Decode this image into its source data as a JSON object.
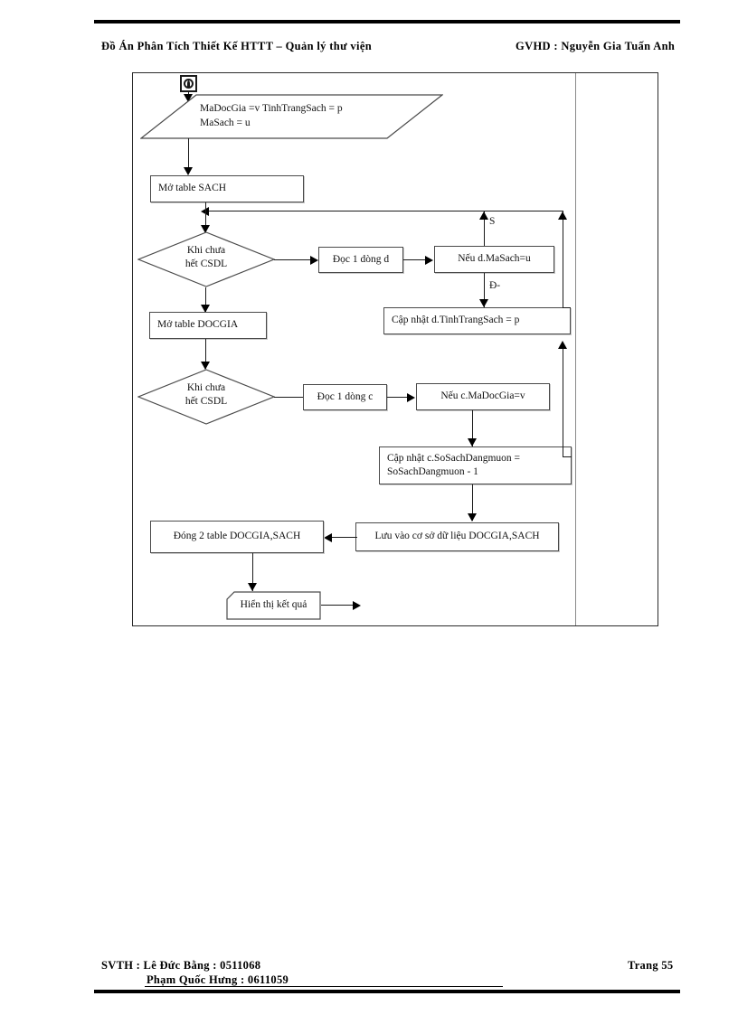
{
  "document": {
    "header": {
      "left": "Đồ Án Phân Tích Thiết Kế HTTT  – Quản lý thư viện",
      "right": "GVHD  : Nguyễn Gia Tuấn Anh"
    },
    "footer": {
      "student_line_1": "SVTH :  Lê Đức Bằng : 0511068",
      "student_line_2": "Phạm Quốc Hưng : 0611059",
      "page": "Trang  55"
    }
  },
  "flowchart": {
    "start_marker": "start-node",
    "nodes": {
      "input_params": "MaDocGia =v  TinhTrangSach = p\nMaSach = u",
      "open_sach": "Mở table SACH",
      "loop_sach": "Khi chưa\nhết CSDL",
      "read_row_d": "Đọc 1 dòng  d",
      "check_masach": "Nếu d.MaSach=u",
      "update_tinhtrang": "Cập nhật d.TinhTrangSach = p",
      "open_docgia": "Mở table DOCGIA",
      "loop_docgia": "Khi chưa\nhết CSDL",
      "read_row_c": "Đọc 1 dòng  c",
      "check_madocgia": "Nếu c.MaDocGia=v",
      "update_sosach": "Cập nhật c.SoSachDangmuon =\nSoSachDangmuon - 1",
      "save_db": "Lưu vào cơ sở dữ liệu DOCGIA,SACH",
      "close_tables": "Đóng 2 table DOCGIA,SACH",
      "show_result": "Hiển thị kết quả"
    },
    "edge_labels": {
      "true_branch": "S",
      "false_branch": "Đ-"
    },
    "colors": {
      "ink": "#000000",
      "box_border": "#4a4a4a",
      "frame_border": "#2b2b2b"
    }
  }
}
